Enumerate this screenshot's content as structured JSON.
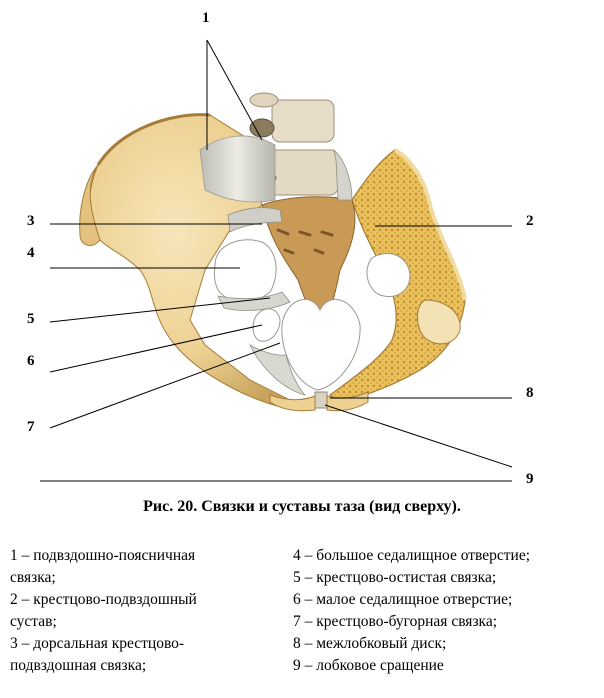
{
  "figure": {
    "callouts": [
      "1",
      "2",
      "3",
      "4",
      "5",
      "6",
      "7",
      "8",
      "9"
    ],
    "caption": "Рис. 20. Связки и суставы таза (вид сверху).",
    "colors": {
      "bone": "#f0d79e",
      "bone_shadow": "#c9a45c",
      "ligament": "#d9d9d2",
      "ligament_shadow": "#a9a9a1",
      "spongy_bone": "#e4b84a",
      "sacrum": "#c99a55"
    }
  },
  "legend": {
    "left": [
      "1 – подвздошно-поясничная",
      "связка;",
      "2 – крестцово-подвздошный",
      "сустав;",
      "3 – дорсальная крестцово-",
      "подвздошная связка;"
    ],
    "right": [
      "4 – большое седалищное отверстие;",
      "5 – крестцово-остистая связка;",
      "6 – малое седалищное отверстие;",
      "7 – крестцово-бугорная связка;",
      "8 – межлобковый диск;",
      "9 – лобковое сращение"
    ]
  }
}
